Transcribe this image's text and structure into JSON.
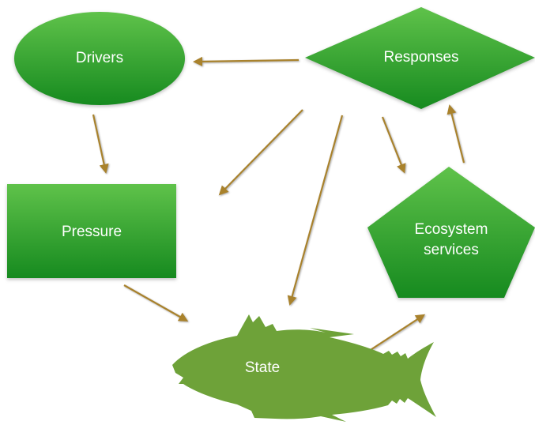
{
  "nodes": {
    "drivers": {
      "label": "Drivers",
      "shape": "ellipse"
    },
    "responses": {
      "label": "Responses",
      "shape": "diamond"
    },
    "pressure": {
      "label": "Pressure",
      "shape": "rectangle"
    },
    "ecosystem_services": {
      "label_line1": "Ecosystem",
      "label_line2": "services",
      "shape": "pentagon"
    },
    "state": {
      "label": "State",
      "shape": "fish-silhouette"
    }
  },
  "edges": [
    {
      "from": "Responses",
      "to": "Drivers"
    },
    {
      "from": "Drivers",
      "to": "Pressure"
    },
    {
      "from": "Responses",
      "to": "Pressure"
    },
    {
      "from": "Responses",
      "to": "State"
    },
    {
      "from": "Responses",
      "to": "Ecosystem services"
    },
    {
      "from": "Ecosystem services",
      "to": "Responses"
    },
    {
      "from": "Pressure",
      "to": "State"
    },
    {
      "from": "State",
      "to": "Ecosystem services"
    }
  ],
  "colors": {
    "node_top": "#5fc24a",
    "node_bottom": "#168a1f",
    "fish": "#6ea239",
    "arrow": "#a9822c",
    "text": "#ffffff"
  }
}
